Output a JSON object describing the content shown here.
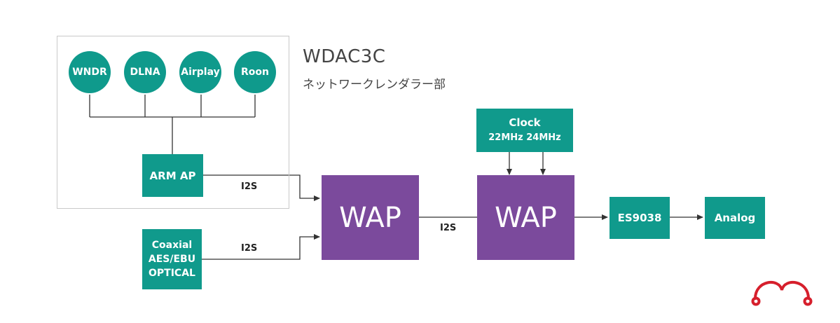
{
  "title": "WDAC3C",
  "subtitle": "ネットワークレンダラー部",
  "sources": {
    "wndr": "WNDR",
    "dlna": "DLNA",
    "airplay": "Airplay",
    "roon": "Roon"
  },
  "arm_ap": "ARM AP",
  "digital_input": {
    "line1": "Coaxial",
    "line2": "AES/EBU",
    "line3": "OPTICAL"
  },
  "clock": {
    "title": "Clock",
    "freq": "22MHz 24MHz"
  },
  "wap1": "WAP",
  "wap2": "WAP",
  "dac": "ES9038",
  "analog": "Analog",
  "link_labels": {
    "arm_to_wap": "I2S",
    "input_to_wap": "I2S",
    "wap_to_wap": "I2S"
  },
  "colors": {
    "teal": "#109a8c",
    "purple": "#7b4a9c",
    "logo_red": "#d61f2c"
  },
  "logo_icon": "headphones-logo-icon"
}
